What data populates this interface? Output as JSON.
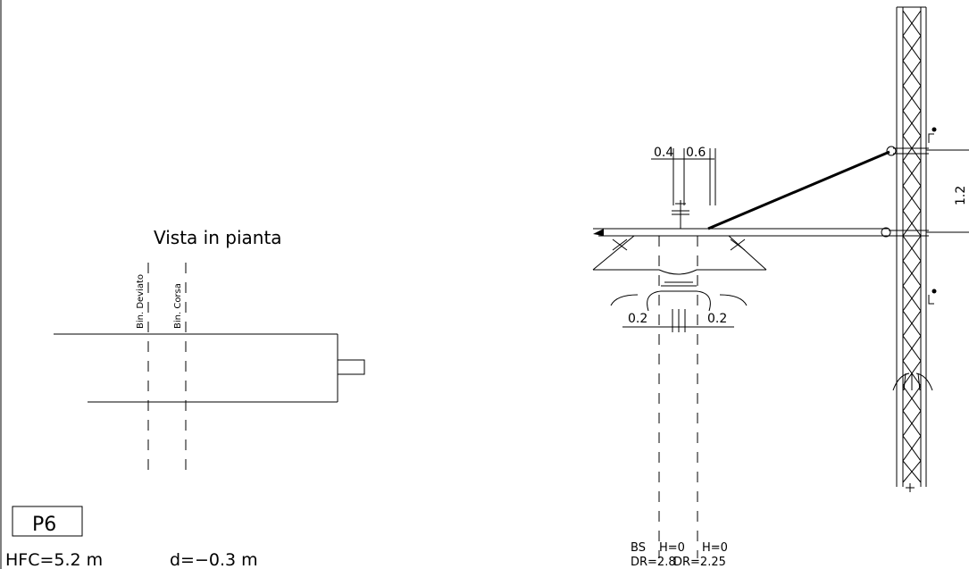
{
  "plan_view": {
    "title": "Vista  in  pianta",
    "track_label_left": "Bin. Deviato",
    "track_label_right": "Bin. Corsa"
  },
  "pole_label": "P6",
  "footer": {
    "hfc": "HFC=5.2  m",
    "d": "d=−0.3  m"
  },
  "dimensions": {
    "top_left": "0.4",
    "top_right": "0.6",
    "mid_left": "0.2",
    "mid_right": "0.2",
    "vertical": "1.2"
  },
  "bottom_labels": {
    "line1_left": "BS",
    "line1_mid": "H=0",
    "line1_right": "H=0",
    "line2_left": "DR=2.8",
    "line2_right": "DR=2.25"
  }
}
